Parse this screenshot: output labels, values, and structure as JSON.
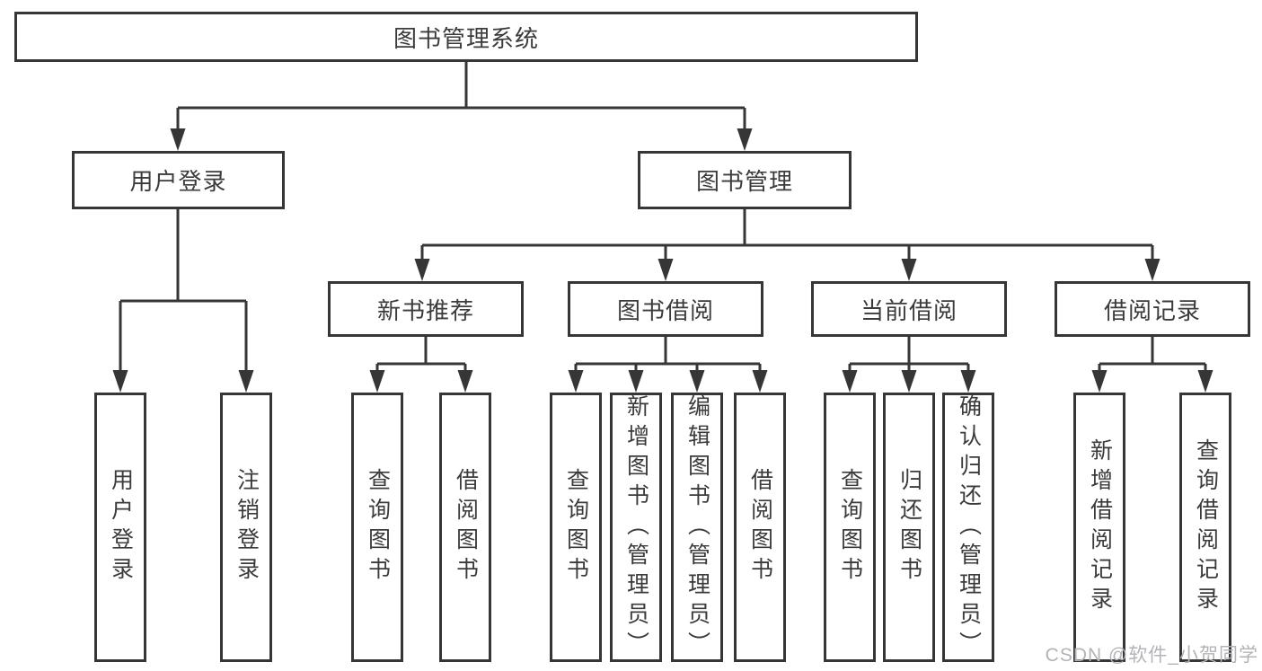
{
  "tree": {
    "root": {
      "label": "图书管理系统",
      "children": [
        {
          "label": "用户登录",
          "children": [
            {
              "label": "用户登录"
            },
            {
              "label": "注销登录"
            }
          ]
        },
        {
          "label": "图书管理",
          "children": [
            {
              "label": "新书推荐",
              "children": [
                {
                  "label": "查询图书"
                },
                {
                  "label": "借阅图书"
                }
              ]
            },
            {
              "label": "图书借阅",
              "children": [
                {
                  "label": "查询图书"
                },
                {
                  "label": "新增图书（管理员）"
                },
                {
                  "label": "编辑图书（管理员）"
                },
                {
                  "label": "借阅图书"
                }
              ]
            },
            {
              "label": "当前借阅",
              "children": [
                {
                  "label": "查询图书"
                },
                {
                  "label": "归还图书"
                },
                {
                  "label": "确认归还（管理员）"
                }
              ]
            },
            {
              "label": "借阅记录",
              "children": [
                {
                  "label": "新增借阅记录"
                },
                {
                  "label": "查询借阅记录"
                }
              ]
            }
          ]
        }
      ]
    }
  },
  "watermark": {
    "text": "CSDN @软件_小贺同学"
  },
  "colors": {
    "line": "#363636",
    "text": "#3b3b3b",
    "watermark": "#b3b3b8",
    "background": "#ffffff"
  }
}
